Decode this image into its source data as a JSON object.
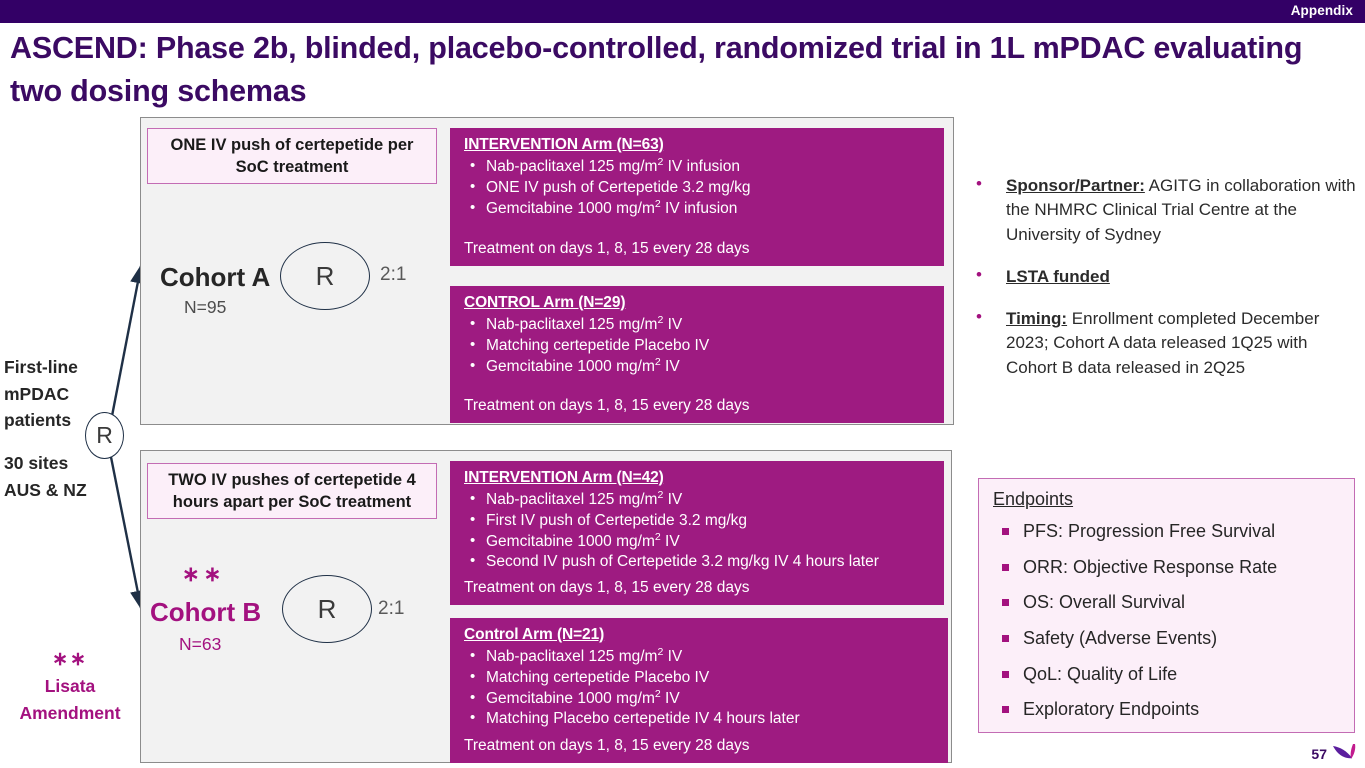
{
  "header": {
    "appendix_label": "Appendix",
    "bar_color": "#330066"
  },
  "title": "ASCEND: Phase 2b, blinded, placebo-controlled, randomized trial in 1L mPDAC evaluating two dosing schemas",
  "left_axis": {
    "patients_label": "First-line\nmPDAC\npatients",
    "sites_label": "30 sites\nAUS & NZ",
    "randomization_symbol": "R"
  },
  "lisata_note": {
    "stars": "∗∗",
    "line1": "Lisata",
    "line2": "Amendment"
  },
  "cohorts": [
    {
      "id": "cohort-a",
      "name": "Cohort A",
      "n_label": "N=95",
      "stars": "",
      "schema_note": "ONE IV push of certepetide per SoC treatment",
      "randomization_symbol": "R",
      "ratio": "2:1",
      "arms": [
        {
          "id": "arm-a-intervention",
          "title": "INTERVENTION Arm (N=63)",
          "bullets": [
            "Nab-paclitaxel 125 mg/m<sup>2</sup> IV infusion",
            "ONE IV push of Certepetide 3.2 mg/kg",
            "Gemcitabine 1000 mg/m<sup>2</sup> IV infusion"
          ],
          "footer": "Treatment on days 1, 8, 15 every 28 days"
        },
        {
          "id": "arm-a-control",
          "title": "CONTROL Arm (N=29)",
          "bullets": [
            "Nab-paclitaxel 125 mg/m<sup>2</sup> IV",
            "Matching certepetide Placebo IV",
            "Gemcitabine 1000 mg/m<sup>2</sup> IV"
          ],
          "footer": "Treatment on days 1, 8, 15 every 28 days"
        }
      ]
    },
    {
      "id": "cohort-b",
      "name": "Cohort B",
      "n_label": "N=63",
      "stars": "∗∗",
      "schema_note": "TWO IV pushes of certepetide 4 hours apart per SoC treatment",
      "randomization_symbol": "R",
      "ratio": "2:1",
      "arms": [
        {
          "id": "arm-b-intervention",
          "title": "INTERVENTION Arm (N=42)",
          "bullets": [
            "Nab-paclitaxel 125 mg/m<sup>2</sup> IV",
            "First IV push of Certepetide 3.2 mg/kg",
            "Gemcitabine 1000 mg/m<sup>2</sup> IV",
            "Second IV push of Certepetide 3.2 mg/kg IV 4 hours later"
          ],
          "footer": "Treatment on days 1, 8, 15 every 28 days"
        },
        {
          "id": "arm-b-control",
          "title": "Control Arm (N=21)",
          "bullets": [
            "Nab-paclitaxel 125 mg/m<sup>2</sup> IV",
            "Matching certepetide Placebo IV",
            "Gemcitabine 1000 mg/m<sup>2</sup> IV",
            "Matching Placebo certepetide IV 4 hours later"
          ],
          "footer": "Treatment on days 1, 8, 15 every 28 days"
        }
      ]
    }
  ],
  "info_bullets": [
    {
      "lead": "Sponsor/Partner:",
      "text": " AGITG in collaboration with the NHMRC Clinical Trial Centre at the University of Sydney"
    },
    {
      "lead": "LSTA funded",
      "text": ""
    },
    {
      "lead": "Timing:",
      "text": " Enrollment completed December 2023; Cohort A data released 1Q25 with Cohort B data released in 2Q25"
    }
  ],
  "endpoints": {
    "heading": "Endpoints",
    "items": [
      "PFS: Progression Free Survival",
      "ORR: Objective Response Rate",
      "OS: Overall Survival",
      "Safety (Adverse Events)",
      "QoL: Quality of Life",
      "Exploratory Endpoints"
    ]
  },
  "footer": {
    "page_number": "57"
  },
  "colors": {
    "header_purple": "#330066",
    "title_purple": "#3B0A63",
    "magenta": "#9E1B81",
    "magenta_text": "#A3117F",
    "pink_fill": "#FCEFF9",
    "pink_border": "#C36CB4",
    "gray_fill": "#F2F2F2",
    "gray_border": "#8C8C8C",
    "arrow_navy": "#1F3046"
  }
}
